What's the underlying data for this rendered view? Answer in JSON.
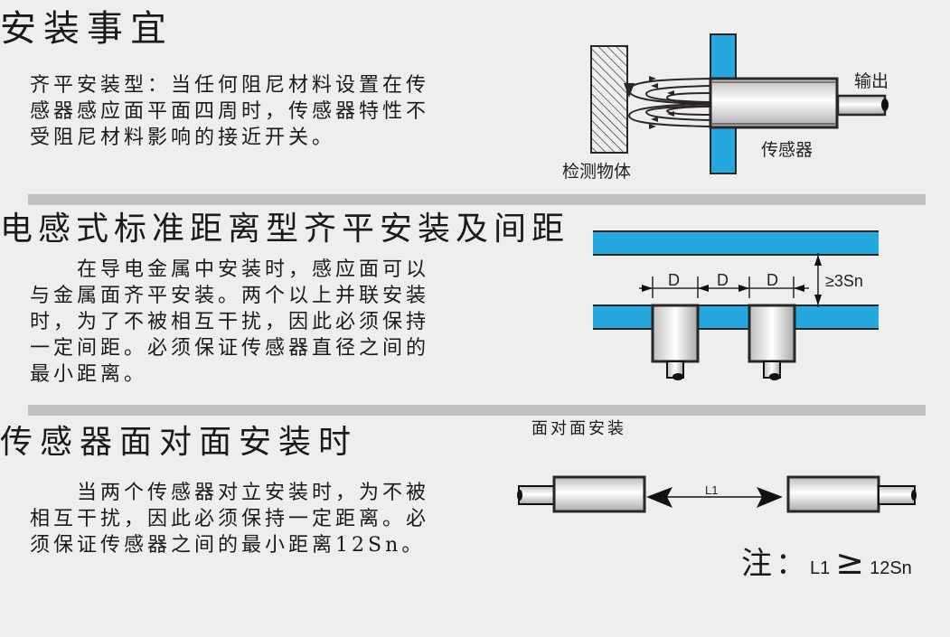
{
  "colors": {
    "background": "#eeeeee",
    "divider": "#c0c0c0",
    "metal_blue": "#25a8e0",
    "outline": "#2b2626"
  },
  "section1": {
    "title": "安装事宜",
    "paragraph_lines": [
      "齐平安装型：当任何阻尼材料设置在传",
      "感器感应面平面四周时，传感器特性不",
      "受阻尼材料影响的接近开关。"
    ],
    "diagram": {
      "target_label": "检测物体",
      "sensor_label": "传感器",
      "output_label": "输出"
    }
  },
  "section2": {
    "title": "电感式标准距离型齐平安装及间距",
    "paragraph_lines": [
      "　　在导电金属中安装时，感应面可以",
      "与金属面齐平安装。两个以上并联安装",
      "时，为了不被相互干扰，因此必须保持",
      "一定间距。必须保证传感器直径之间的",
      "最小距离。"
    ],
    "diagram": {
      "dim_labels": [
        "D",
        "D",
        "D"
      ],
      "gap_label": "≥3Sn"
    }
  },
  "section3": {
    "title": "传感器面对面安装时",
    "paragraph_lines": [
      "　　当两个传感器对立安装时，为不被",
      "相互干扰，因此必须保持一定距离。必",
      "须保证传感器之间的最小距离12Sn。"
    ],
    "diagram": {
      "caption": "面对面安装",
      "distance_label": "L1"
    },
    "note": {
      "prefix": "注：",
      "lhs": "L1",
      "symbol": "≥",
      "rhs": "12Sn"
    }
  }
}
